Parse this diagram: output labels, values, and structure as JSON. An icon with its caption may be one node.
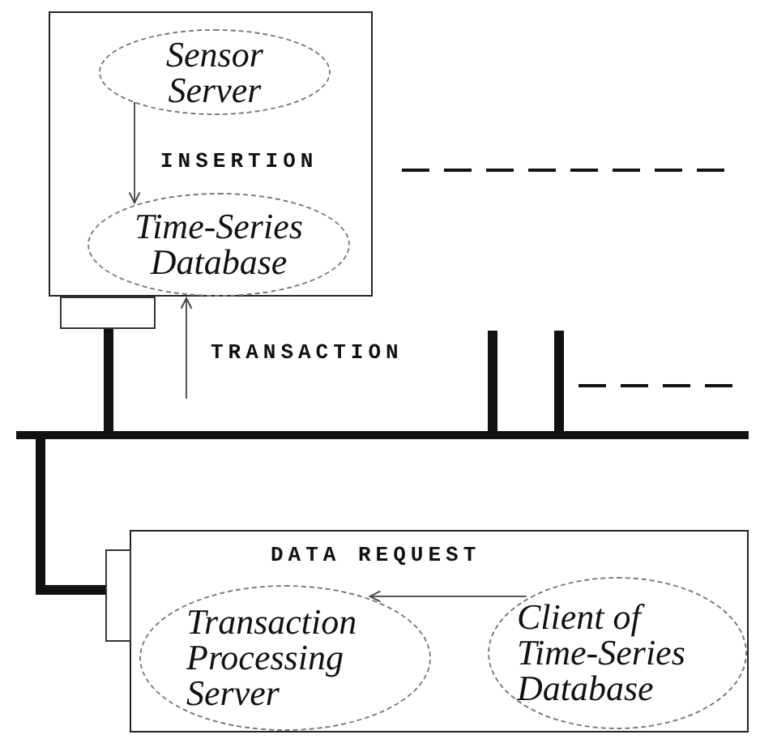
{
  "diagram": {
    "nodes": [
      {
        "text": [],
        "shape": "box"
      },
      {
        "text": [
          "Sensor Server"
        ],
        "in": 0
      },
      {
        "text": [
          "Time-Series Database"
        ],
        "in": 0
      },
      {
        "text": [],
        "shape": "bar"
      },
      {
        "text": [],
        "shape": "box"
      },
      {
        "text": [
          "Transaction Processing Server"
        ],
        "in": 4
      },
      {
        "text": [
          "Client of Time-Series Database"
        ],
        "in": 4
      }
    ],
    "edges": [
      {
        "from": 1,
        "to": 2,
        "arrow": "to",
        "label": "INSERTION"
      },
      {
        "from": 0,
        "to": 3,
        "arrow": "none"
      },
      {
        "from": 4,
        "to": 3,
        "arrow": "none"
      },
      {
        "from": null,
        "to": 0,
        "arrow": "to",
        "label": "TRANSACTION"
      },
      {
        "from": 6,
        "to": 5,
        "arrow": "to",
        "label": "DATA REQUEST"
      },
      {
        "from": 3,
        "to": null,
        "arrow": "none"
      },
      {
        "from": 3,
        "to": null,
        "arrow": "none"
      }
    ]
  }
}
